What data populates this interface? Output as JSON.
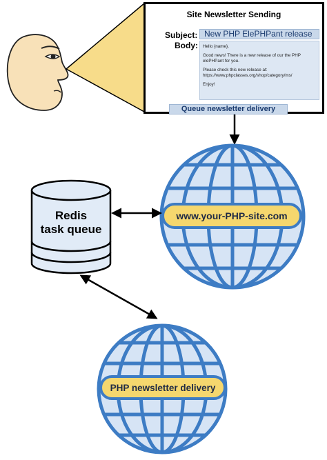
{
  "form": {
    "title": "Site Newsletter Sending",
    "subject_label": "Subject:",
    "subject_value": "New PHP ElePHPant release",
    "body_label": "Body:",
    "body_lines": [
      "Hello {name},",
      "Good news! There is a new release of our the PHP elePHPant for you.",
      "Please check this new release at: https://www.phpclasses.org/shop/category/ms/",
      "Enjoy!"
    ],
    "button_label": "Queue newsletter delivery"
  },
  "nodes": {
    "queue_line1": "Redis",
    "queue_line2": "task queue",
    "site": "www.your-PHP-site.com",
    "delivery": "PHP newsletter delivery"
  },
  "colors": {
    "globe_fill": "#d6e4f5",
    "globe_lines": "#3d7cc4",
    "label_pill": "#f5d76e",
    "cylinder_fill": "#e1ebf7",
    "face_fill": "#f8e1b8",
    "beam_fill": "#f7dc8a",
    "field_fill": "#c9d8ea"
  }
}
